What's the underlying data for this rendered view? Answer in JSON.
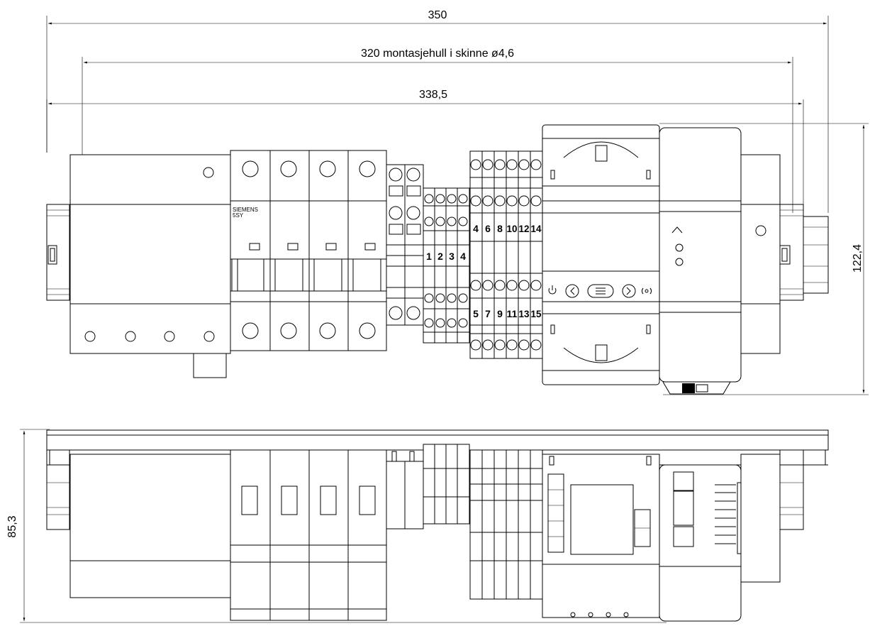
{
  "dimensions": {
    "overall_width": "350",
    "mounting_holes": "320 montasjehull i skinne ø4,6",
    "rail_width": "338,5",
    "height": "122,4",
    "depth": "85,3"
  },
  "breaker": {
    "brand_line1": "SIEMENS",
    "brand_line2": "5SY"
  },
  "terminals": {
    "group_a_top": [
      "4",
      "6",
      "8",
      "10",
      "12",
      "14"
    ],
    "group_a_bottom": [
      "5",
      "7",
      "9",
      "11",
      "13",
      "15"
    ],
    "group_b": [
      "1",
      "2",
      "3",
      "4"
    ]
  },
  "meter_icons": {
    "power": "power-icon",
    "left": "chevron-left-icon",
    "menu": "menu-icon",
    "right": "chevron-right-icon",
    "wireless": "wireless-icon"
  }
}
